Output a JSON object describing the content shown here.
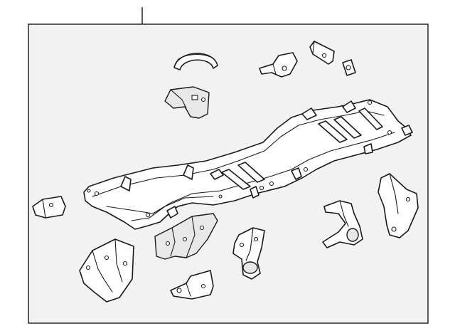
{
  "diagram": {
    "colors": {
      "background": "#ffffff",
      "panel_fill": "#f2f2f2",
      "line": "#1a1a1a",
      "shade": "#e8e8e8"
    },
    "parts": [
      {
        "id": "frame-assembly",
        "icon": "vehicle-frame-icon"
      },
      {
        "id": "crossmember-cap",
        "icon": "curved-bracket-icon"
      },
      {
        "id": "top-bracket-center",
        "icon": "bracket-icon"
      },
      {
        "id": "top-bracket-right",
        "icon": "bracket-icon"
      },
      {
        "id": "nut-plate",
        "icon": "nut-icon"
      },
      {
        "id": "rear-mount-bracket",
        "icon": "bracket-icon"
      },
      {
        "id": "left-small-bracket",
        "icon": "bracket-icon"
      },
      {
        "id": "front-left-mount",
        "icon": "mount-bracket-icon"
      },
      {
        "id": "center-left-mount",
        "icon": "mount-bracket-icon"
      },
      {
        "id": "center-mount",
        "icon": "engine-mount-icon"
      },
      {
        "id": "flat-bracket",
        "icon": "bracket-icon"
      },
      {
        "id": "right-mount",
        "icon": "mount-bracket-icon"
      },
      {
        "id": "far-right-bracket",
        "icon": "bracket-icon"
      }
    ]
  }
}
